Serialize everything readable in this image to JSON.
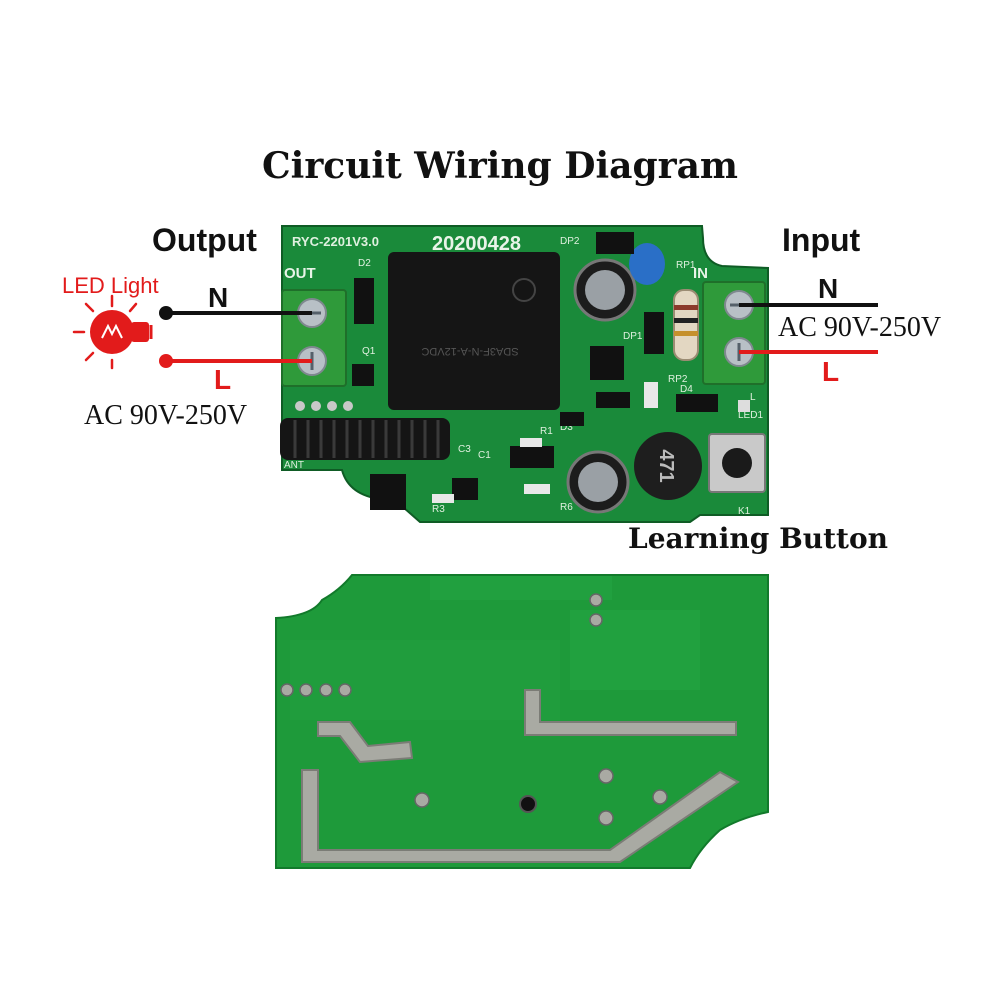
{
  "title": "Circuit Wiring Diagram",
  "output": {
    "heading": "Output",
    "load_label": "LED Light",
    "n_label": "N",
    "l_label": "L",
    "voltage": "AC 90V-250V"
  },
  "input": {
    "heading": "Input",
    "n_label": "N",
    "l_label": "L",
    "voltage": "AC 90V-250V"
  },
  "learning_button_label": "Learning Button",
  "board": {
    "model": "RYC-2201V3.0",
    "date_code": "20200428",
    "out_label": "OUT",
    "in_label": "IN",
    "inductor_code": "471",
    "relay_text": "SDA3F-N-A-12VDC",
    "silk_refs": [
      "D2",
      "Q1",
      "DP2",
      "DP1",
      "RP1",
      "RP2",
      "D4",
      "LED1",
      "R1",
      "D3",
      "C3",
      "C1",
      "R3",
      "R6",
      "K1",
      "ANT",
      "L"
    ]
  },
  "colors": {
    "pcb": "#1a8a3a",
    "pcb_back": "#1e9a3a",
    "terminal": "#2f9a3a",
    "wire_neutral": "#111111",
    "wire_live": "#e21b1b",
    "led_glow": "#e21b1b"
  }
}
